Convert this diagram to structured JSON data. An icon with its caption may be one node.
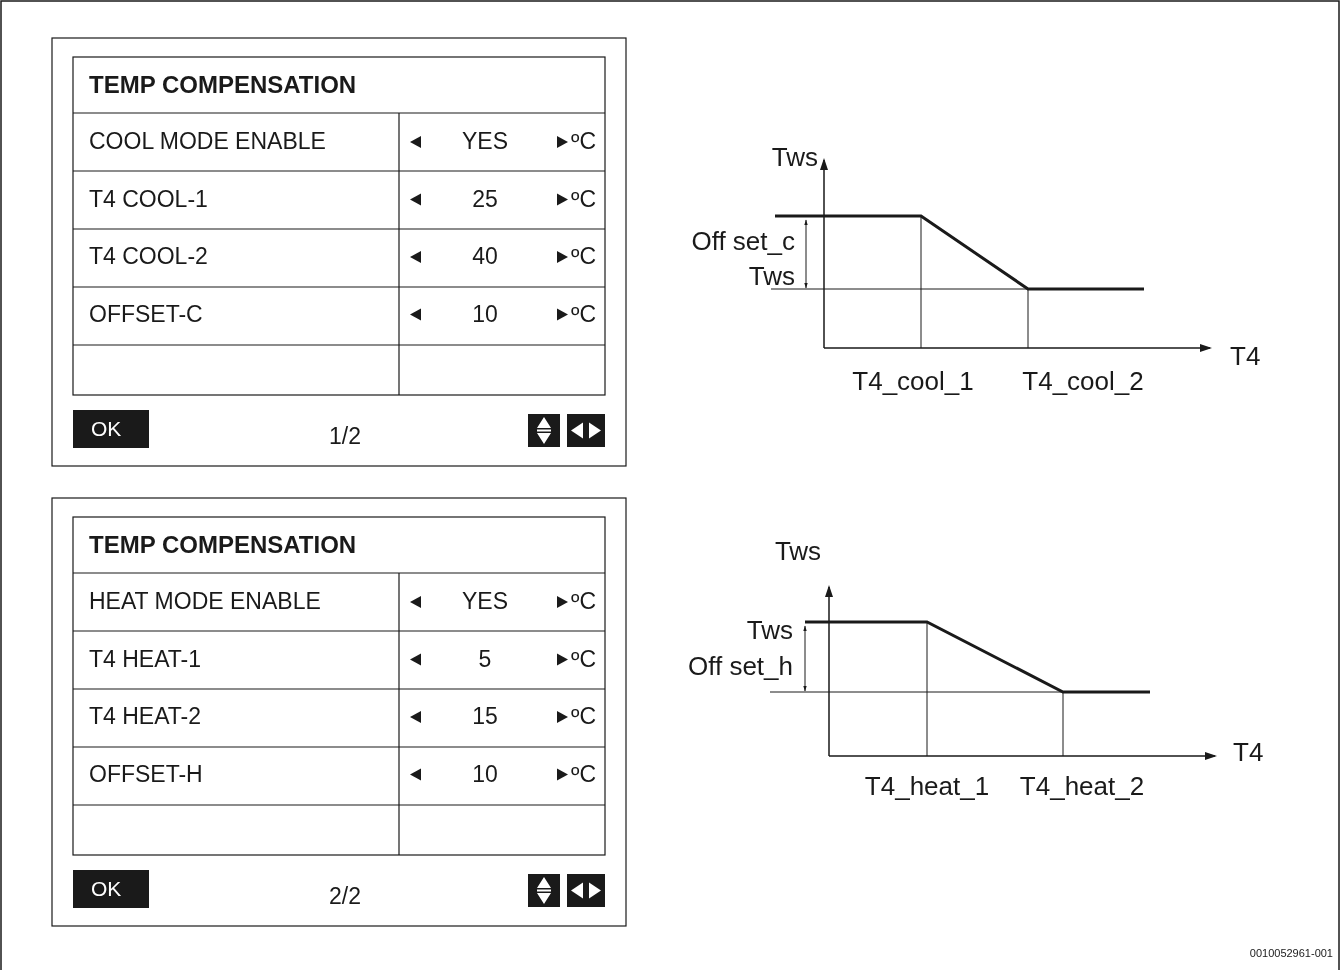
{
  "diagram": {
    "labels": [
      "TEMP COMPENSATION",
      "COOL MODE ENABLE",
      "YES",
      "ºC",
      "T4 COOL-1",
      "25",
      "ºC",
      "T4 COOL-2",
      "40",
      "ºC",
      "OFFSET-C",
      "10",
      "ºC",
      "OK",
      "1/2",
      "Tws",
      "Off set_c",
      "Tws",
      "T4",
      "T4_cool_1",
      "T4_cool_2",
      "TEMP COMPENSATION",
      "HEAT MODE ENABLE",
      "YES",
      "ºC",
      "T4 HEAT-1",
      "5",
      "ºC",
      "T4 HEAT-2",
      "15",
      "ºC",
      "OFFSET-H",
      "10",
      "ºC",
      "OK",
      "2/2",
      "Tws",
      "Tws",
      "Off set_h",
      "T4",
      "T4_heat_1",
      "T4_heat_2",
      "0010052961-001"
    ]
  }
}
